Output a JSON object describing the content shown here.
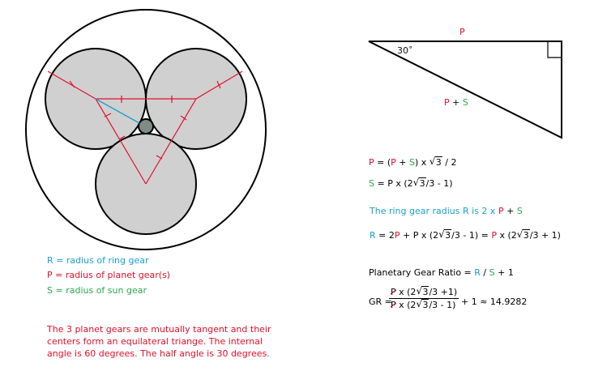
{
  "legend": {
    "r_line": "R = radius of ring gear",
    "p_line": "P = radius of planet gear(s)",
    "s_line": "S = radius of sun gear"
  },
  "note": "The 3 planet gears are mutually tangent and their centers form an equilateral triange. The internal angle is 60 degrees.  The half angle is 30 degrees.",
  "triangle": {
    "top_label": "P",
    "angle_label": "30˚",
    "hyp_label_p": "P",
    "hyp_label_plus": " + ",
    "hyp_label_s": "S"
  },
  "eq1": {
    "p": "P",
    "mid": " = (",
    "p2": "P",
    "plus": " + ",
    "s": "S",
    "close": ") x ",
    "root": "3",
    "tail": "  / 2"
  },
  "eq2": {
    "s": "S",
    "mid": " = P x (2",
    "root": "3",
    "tail": "/3 - 1)"
  },
  "ring": {
    "prefix": "The ring gear radius ",
    "r": "R",
    "mid": " is 2 x ",
    "p": "P",
    "plus": " + ",
    "s": "S"
  },
  "eq3": {
    "r": "R",
    "mid": " = 2",
    "p1": "P",
    "mid2": " + P x (2",
    "root1": "3",
    "mid3": "/3 - 1)  = ",
    "p2": "P",
    "mid4": " x (2",
    "root2": "3",
    "tail": "/3 + 1)"
  },
  "ratio": {
    "prefix": "Planetary Gear Ratio = ",
    "r": "R",
    "slash": " / ",
    "s": "S",
    "tail": " + 1"
  },
  "gr": {
    "label": "GR = ",
    "num_p": "P",
    "num_mid": " x (2",
    "num_root": "3",
    "num_tail": "/3 +1)",
    "den_p": "P",
    "den_mid": " x (2",
    "den_root": "3",
    "den_tail": "/3 - 1)",
    "result": "+ 1  ≈  14.9282"
  }
}
